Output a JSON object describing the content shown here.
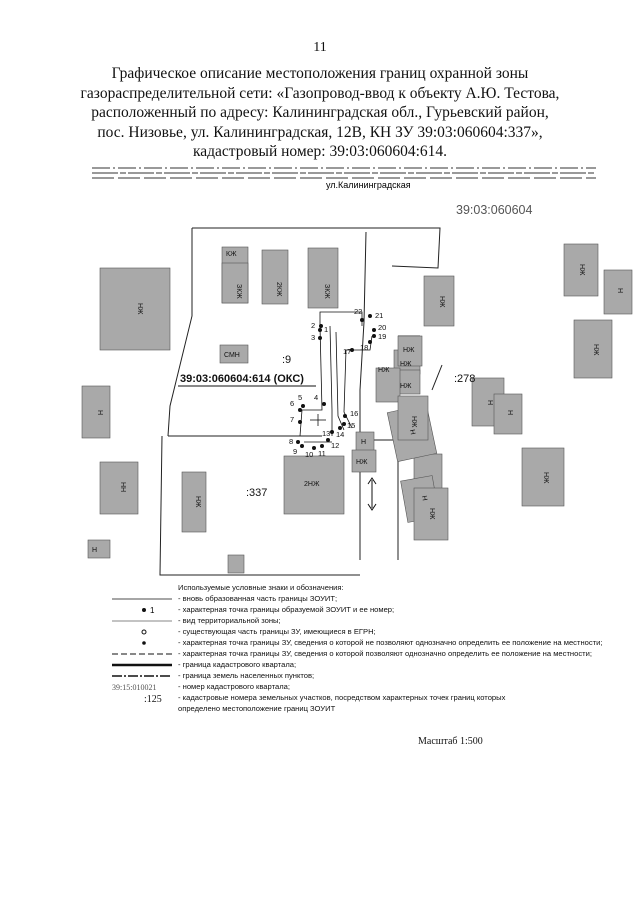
{
  "page": {
    "number": "11"
  },
  "title": {
    "lines": [
      "Графическое описание местоположения границ охранной зоны",
      "газораспределительной сети: «Газопровод-ввод к объекту А.Ю. Тестова,",
      "расположенный по адресу: Калининградская обл., Гурьевский район,",
      "пос. Низовье, ул. Калининградская, 12В, КН ЗУ 39:03:060604:337»,",
      "кадастровый номер: 39:03:060604:614."
    ]
  },
  "map": {
    "street": "ул.Калининградская",
    "quarter": "39:03:060604",
    "oks_label": "39:03:060604:614 (ОКС)",
    "parcels": {
      "p9": ":9",
      "p278": ":278",
      "p337": ":337"
    },
    "buildings": {
      "b1": "КЖ",
      "b2": "ЗКЖ",
      "b3": "2КЖ",
      "b4": "ЗКЖ",
      "b5": "СМН",
      "b6": "НЖ",
      "b7": "Н",
      "b8": "НН",
      "b9": "НЖ",
      "b10": "НЖ",
      "b11": "НЖ",
      "b12": "НЖ",
      "b13": "Н",
      "b14": "НЖ",
      "b15": "Н",
      "b16": "НЖ",
      "b17": "Н",
      "b18": "НЖ",
      "b19": "НЖ",
      "b20": "НЖ",
      "b21": "2НЖ",
      "b22": "Н",
      "b23": "НЖ",
      "b24": "НЖ",
      "b25": "Н",
      "b26": "Н",
      "b27": "НЖ",
      "b28": "НЖ",
      "b29": "Н",
      "b30": "Н"
    },
    "points": [
      "1",
      "2",
      "3",
      "4",
      "5",
      "6",
      "7",
      "8",
      "9",
      "10",
      "11",
      "12",
      "13",
      "14",
      "15",
      "16",
      "17",
      "18",
      "19",
      "20",
      "21",
      "22"
    ]
  },
  "legend": {
    "header": "Используемые условные знаки и обозначения:",
    "items": [
      {
        "symbol": "line-thin",
        "text": "- вновь образованная часть границы ЗОУИТ;"
      },
      {
        "symbol": "dot-number",
        "symbol_label": "1",
        "text": "- характерная точка границы образуемой ЗОУИТ и ее номер;"
      },
      {
        "symbol": "line-thin2",
        "text": "- вид территориальной зоны;"
      },
      {
        "symbol": "circle-open",
        "text": "- существующая часть границы ЗУ, имеющиеся в ЕГРН;"
      },
      {
        "symbol": "dot-small",
        "text": "- характерная точка границы ЗУ, сведения о которой не позволяют однозначно определить ее положение на местности;"
      },
      {
        "symbol": "line-dash",
        "text": "- характерная точка границы ЗУ, сведения о которой позволяют однозначно определить ее положение на местности;"
      },
      {
        "symbol": "line-thick",
        "text": "- граница кадастрового квартала;"
      },
      {
        "symbol": "line-dashdot",
        "text": "- граница земель населенных пунктов;"
      },
      {
        "symbol": "label-quarter",
        "symbol_label": "39:15:010021",
        "text": "- номер кадастрового квартала;"
      },
      {
        "symbol": "label-parcel",
        "symbol_label": ":125",
        "text": "- кадастровые номера земельных участков, посредством характерных точек границ которых"
      },
      {
        "symbol": "none",
        "text": "определено местоположение границ ЗОУИТ"
      }
    ]
  },
  "scale": "Масштаб 1:500",
  "colors": {
    "building": "#a9a9a9",
    "building_dark": "#8c8c8c",
    "line": "#1a1a1a"
  }
}
